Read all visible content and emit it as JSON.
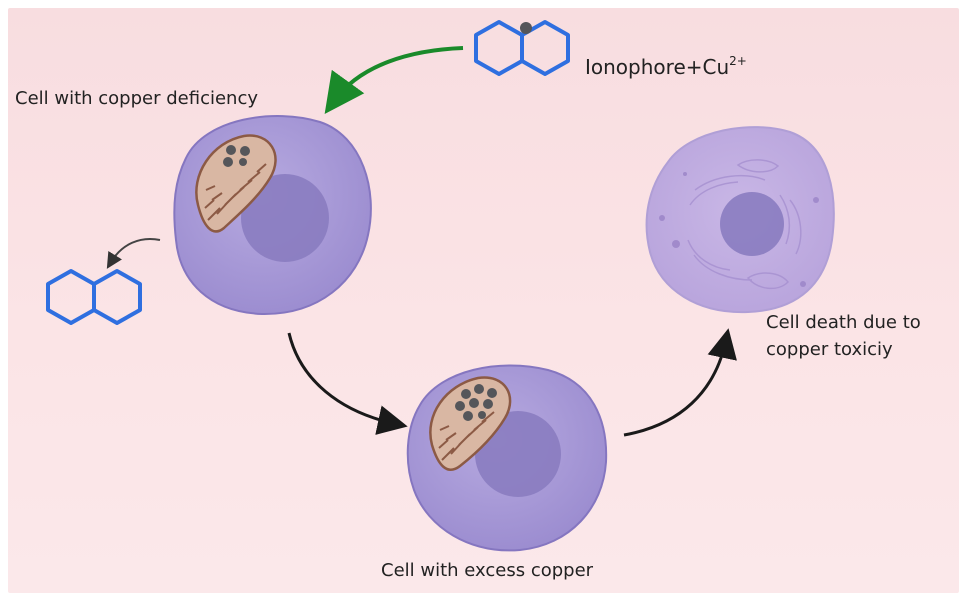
{
  "labels": {
    "cell_deficiency": "Cell with copper deficiency",
    "ionophore": "Ionophore+Cu",
    "ionophore_charge": "2+",
    "cell_excess": "Cell with excess copper",
    "cell_death_line1": "Cell death due to",
    "cell_death_line2": "copper toxiciy"
  },
  "colors": {
    "background": "#f9e0e3",
    "cell_body": "#a79ad6",
    "cell_nucleus": "#8a7cc0",
    "mitochondrion": "#c8a38f",
    "ionophore_ring": "#2f6fe0",
    "copper_dot": "#55565a",
    "green_arrow": "#1a8a2a",
    "black_arrow": "#1a1a1a"
  },
  "icons": {
    "ionophore_molecule": "naphthalene-icon",
    "released_ionophore": "naphthalene-icon",
    "mitochondrion": "mitochondrion-icon"
  }
}
